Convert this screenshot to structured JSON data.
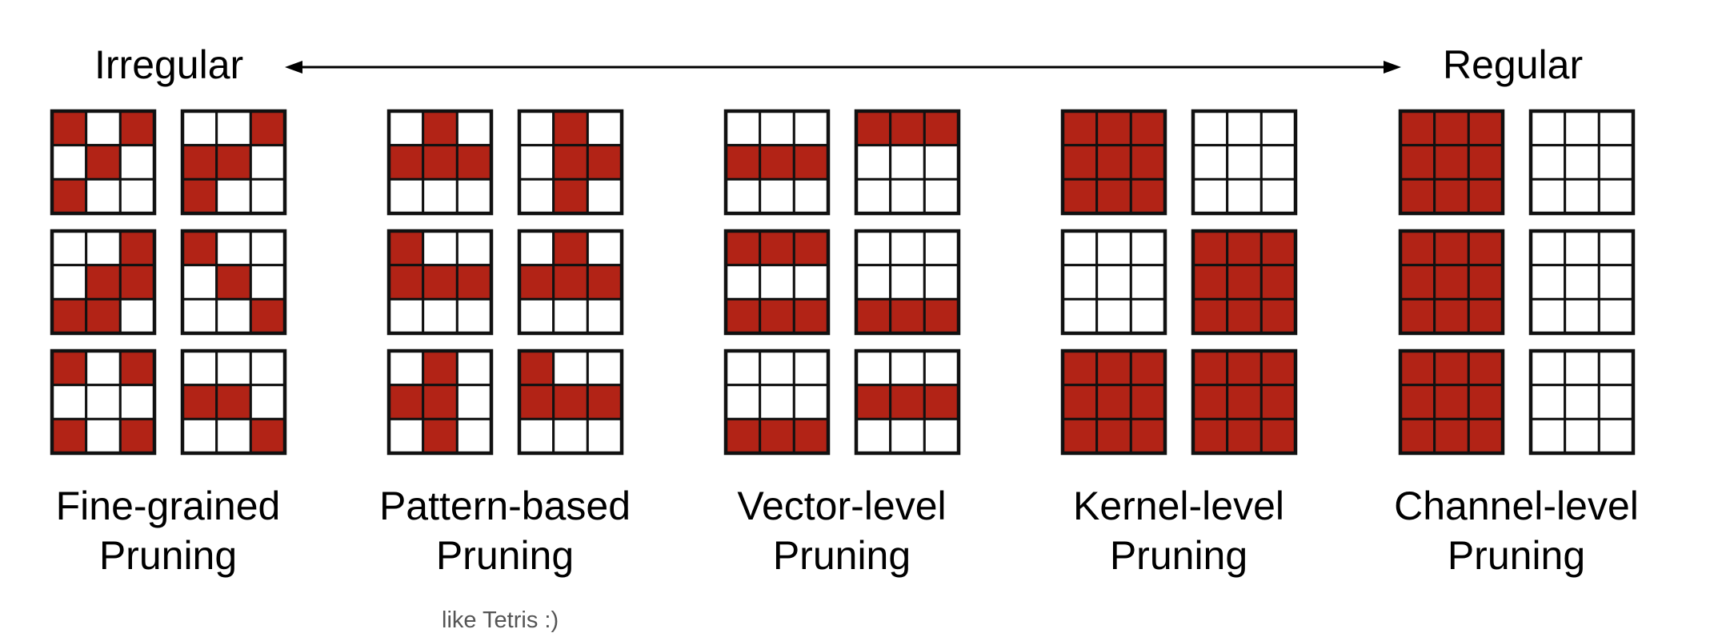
{
  "axis": {
    "left_label": "Irregular",
    "right_label": "Regular"
  },
  "colors": {
    "filled": "#b22316",
    "empty": "#ffffff",
    "border": "#111111"
  },
  "note": "like Tetris :)",
  "groups": [
    {
      "id": "fine-grained",
      "caption_line1": "Fine-grained",
      "caption_line2": "Pruning",
      "kernels": [
        [
          [
            1,
            0,
            1
          ],
          [
            0,
            1,
            0
          ],
          [
            1,
            0,
            0
          ]
        ],
        [
          [
            0,
            0,
            1
          ],
          [
            1,
            1,
            0
          ],
          [
            1,
            0,
            0
          ]
        ],
        [
          [
            0,
            0,
            1
          ],
          [
            0,
            1,
            1
          ],
          [
            1,
            1,
            0
          ]
        ],
        [
          [
            1,
            0,
            0
          ],
          [
            0,
            1,
            0
          ],
          [
            0,
            0,
            1
          ]
        ],
        [
          [
            1,
            0,
            1
          ],
          [
            0,
            0,
            0
          ],
          [
            1,
            0,
            1
          ]
        ],
        [
          [
            0,
            0,
            0
          ],
          [
            1,
            1,
            0
          ],
          [
            0,
            0,
            1
          ]
        ]
      ]
    },
    {
      "id": "pattern-based",
      "caption_line1": "Pattern-based",
      "caption_line2": "Pruning",
      "kernels": [
        [
          [
            0,
            1,
            0
          ],
          [
            1,
            1,
            1
          ],
          [
            0,
            0,
            0
          ]
        ],
        [
          [
            0,
            1,
            0
          ],
          [
            0,
            1,
            1
          ],
          [
            0,
            1,
            0
          ]
        ],
        [
          [
            1,
            0,
            0
          ],
          [
            1,
            1,
            1
          ],
          [
            0,
            0,
            0
          ]
        ],
        [
          [
            0,
            1,
            0
          ],
          [
            1,
            1,
            1
          ],
          [
            0,
            0,
            0
          ]
        ],
        [
          [
            0,
            1,
            0
          ],
          [
            1,
            1,
            0
          ],
          [
            0,
            1,
            0
          ]
        ],
        [
          [
            1,
            0,
            0
          ],
          [
            1,
            1,
            1
          ],
          [
            0,
            0,
            0
          ]
        ]
      ]
    },
    {
      "id": "vector-level",
      "caption_line1": "Vector-level",
      "caption_line2": "Pruning",
      "kernels": [
        [
          [
            0,
            0,
            0
          ],
          [
            1,
            1,
            1
          ],
          [
            0,
            0,
            0
          ]
        ],
        [
          [
            1,
            1,
            1
          ],
          [
            0,
            0,
            0
          ],
          [
            0,
            0,
            0
          ]
        ],
        [
          [
            1,
            1,
            1
          ],
          [
            0,
            0,
            0
          ],
          [
            1,
            1,
            1
          ]
        ],
        [
          [
            0,
            0,
            0
          ],
          [
            0,
            0,
            0
          ],
          [
            1,
            1,
            1
          ]
        ],
        [
          [
            0,
            0,
            0
          ],
          [
            0,
            0,
            0
          ],
          [
            1,
            1,
            1
          ]
        ],
        [
          [
            0,
            0,
            0
          ],
          [
            1,
            1,
            1
          ],
          [
            0,
            0,
            0
          ]
        ]
      ]
    },
    {
      "id": "kernel-level",
      "caption_line1": "Kernel-level",
      "caption_line2": "Pruning",
      "kernels": [
        [
          [
            1,
            1,
            1
          ],
          [
            1,
            1,
            1
          ],
          [
            1,
            1,
            1
          ]
        ],
        [
          [
            0,
            0,
            0
          ],
          [
            0,
            0,
            0
          ],
          [
            0,
            0,
            0
          ]
        ],
        [
          [
            0,
            0,
            0
          ],
          [
            0,
            0,
            0
          ],
          [
            0,
            0,
            0
          ]
        ],
        [
          [
            1,
            1,
            1
          ],
          [
            1,
            1,
            1
          ],
          [
            1,
            1,
            1
          ]
        ],
        [
          [
            1,
            1,
            1
          ],
          [
            1,
            1,
            1
          ],
          [
            1,
            1,
            1
          ]
        ],
        [
          [
            1,
            1,
            1
          ],
          [
            1,
            1,
            1
          ],
          [
            1,
            1,
            1
          ]
        ]
      ]
    },
    {
      "id": "channel-level",
      "caption_line1": "Channel-level",
      "caption_line2": "Pruning",
      "kernels": [
        [
          [
            1,
            1,
            1
          ],
          [
            1,
            1,
            1
          ],
          [
            1,
            1,
            1
          ]
        ],
        [
          [
            0,
            0,
            0
          ],
          [
            0,
            0,
            0
          ],
          [
            0,
            0,
            0
          ]
        ],
        [
          [
            1,
            1,
            1
          ],
          [
            1,
            1,
            1
          ],
          [
            1,
            1,
            1
          ]
        ],
        [
          [
            0,
            0,
            0
          ],
          [
            0,
            0,
            0
          ],
          [
            0,
            0,
            0
          ]
        ],
        [
          [
            1,
            1,
            1
          ],
          [
            1,
            1,
            1
          ],
          [
            1,
            1,
            1
          ]
        ],
        [
          [
            0,
            0,
            0
          ],
          [
            0,
            0,
            0
          ],
          [
            0,
            0,
            0
          ]
        ]
      ]
    }
  ]
}
